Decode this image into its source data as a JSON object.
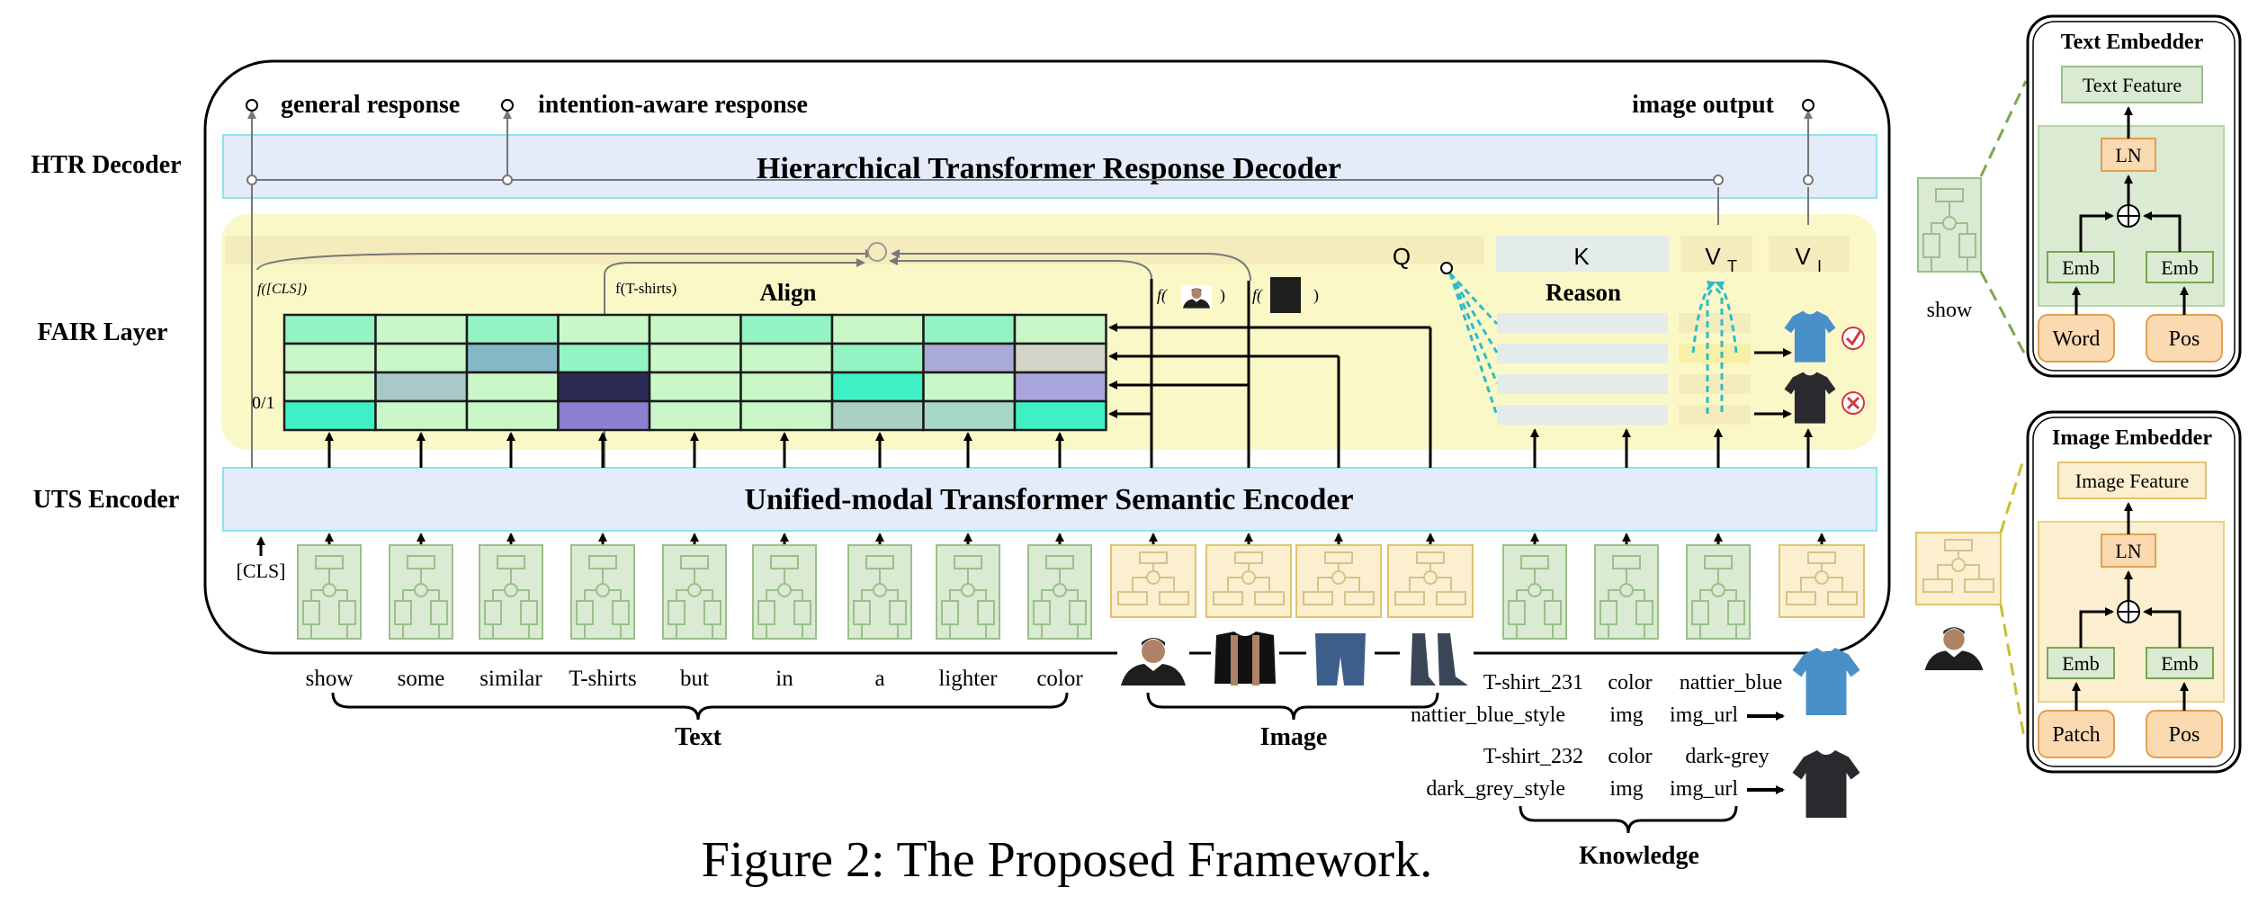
{
  "layers": {
    "htr": "HTR Decoder",
    "fair": "FAIR Layer",
    "uts": "UTS Encoder"
  },
  "decoder": {
    "title": "Hierarchical Transformer Response Decoder",
    "outputs": [
      "general response",
      "intention-aware response",
      "image output"
    ]
  },
  "encoder": {
    "title": "Unified-modal Transformer Semantic Encoder",
    "cls": "[CLS]"
  },
  "fair": {
    "align": "Align",
    "reason": "Reason",
    "q": "Q",
    "k": "K",
    "vt": "V",
    "vt_sub": "T",
    "vi": "V",
    "vi_sub": "I",
    "f_cls": "f([CLS])",
    "f_tshirts": "f(T-shirts)",
    "f_img_prefix": "f(",
    "f_img_suffix": ")",
    "zero_one": "0/1"
  },
  "text_tokens": [
    "show",
    "some",
    "similar",
    "T-shirts",
    "but",
    "in",
    "a",
    "lighter",
    "color"
  ],
  "groups": {
    "text": "Text",
    "image": "Image",
    "knowledge": "Knowledge"
  },
  "knowledge_rows": [
    [
      "T-shirt_231",
      "color",
      "nattier_blue"
    ],
    [
      "nattier_blue_style",
      "img",
      "img_url"
    ],
    [
      "T-shirt_232",
      "color",
      "dark-grey"
    ],
    [
      "dark_grey_style",
      "img",
      "img_url"
    ]
  ],
  "text_embedder": {
    "title": "Text Embedder",
    "feature": "Text Feature",
    "ln": "LN",
    "emb1": "Emb",
    "emb2": "Emb",
    "in1": "Word",
    "in2": "Pos",
    "side_label": "show"
  },
  "image_embedder": {
    "title": "Image Embedder",
    "feature": "Image Feature",
    "ln": "LN",
    "emb1": "Emb",
    "emb2": "Emb",
    "in1": "Patch",
    "in2": "Pos"
  },
  "caption": "Figure 2: The Proposed Framework.",
  "colors": {
    "band_blue": "#e3ecf8",
    "band_blue_border": "#8fe3ee",
    "fair_yellow": "#fbf8c8",
    "green_block": "#dbead3",
    "green_border": "#9ac08a",
    "yellow_block": "#fbefcf",
    "yellow_border": "#e0c36a",
    "orange_box": "#fbd9b1",
    "teal_dash": "#2cbcc8",
    "green_dash": "#7aa84f",
    "olive_dash": "#c8c12c"
  },
  "align_matrix": [
    [
      "#93f3c2",
      "#c9f7c7",
      "#93f3c2",
      "#c9f7c7",
      "#c9f7c7",
      "#93f3c2",
      "#c9f7c7",
      "#93f3c2",
      "#c9f7c7"
    ],
    [
      "#c9f7c7",
      "#c9f7c7",
      "#85b8c6",
      "#93f3c2",
      "#c9f7c7",
      "#c9f7c7",
      "#93f3c2",
      "#aaaad6",
      "#d4d4c8"
    ],
    [
      "#c9f7c7",
      "#a9c9c8",
      "#c9f7c7",
      "#2d2a55",
      "#c9f7c7",
      "#c9f7c7",
      "#3ff0c4",
      "#c9f7c7",
      "#a8a6dc"
    ],
    [
      "#3ff0c4",
      "#c9f7c7",
      "#c9f7c7",
      "#8a7fd0",
      "#c9f7c7",
      "#c9f7c7",
      "#a9cfc5",
      "#a9d8c6",
      "#3ff0c4"
    ]
  ]
}
